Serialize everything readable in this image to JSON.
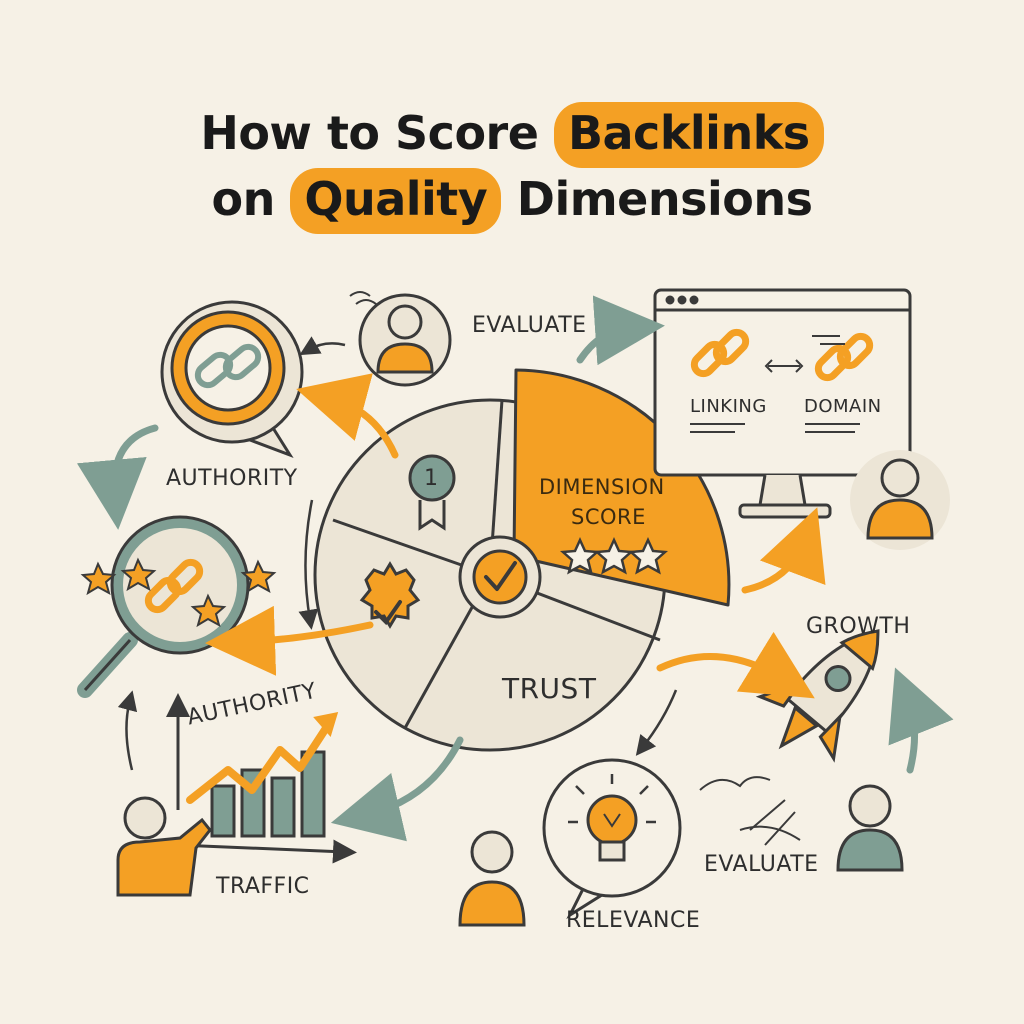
{
  "title": {
    "line1_prefix": "How to Score ",
    "line1_highlight": "Backlinks",
    "line2_prefix": "on ",
    "line2_highlight": "Quality",
    "line2_suffix": " Dimensions"
  },
  "labels": {
    "evaluate_top": "EVALUATE",
    "authority_left": "AUTHORITY",
    "dimension_line1": "DIMENSION",
    "dimension_line2": "SCORE",
    "trust": "TRUST",
    "linking": "LINKING",
    "domain": "DOMAIN",
    "growth": "GROWTH",
    "authority_chart": "AUTHORITY",
    "traffic": "TRAFFIC",
    "evaluate_bottom": "EVALUATE",
    "relevance": "RELEVANCE",
    "badge_number": "1"
  },
  "colors": {
    "orange": "#f4a024",
    "teal": "#7f9e93",
    "cream": "#ece5d6",
    "ink": "#3a3a3a",
    "background": "#f6f1e6"
  },
  "icons": [
    "chain-link-circle-icon",
    "person-avatar-icon",
    "monitor-icon",
    "magnifier-chain-stars-icon",
    "medal-badge-icon",
    "check-badge-icon",
    "check-circle-icon",
    "rocket-icon",
    "lightbulb-icon",
    "bar-chart-icon",
    "hand-icon",
    "arrow-icon",
    "star-icon"
  ]
}
